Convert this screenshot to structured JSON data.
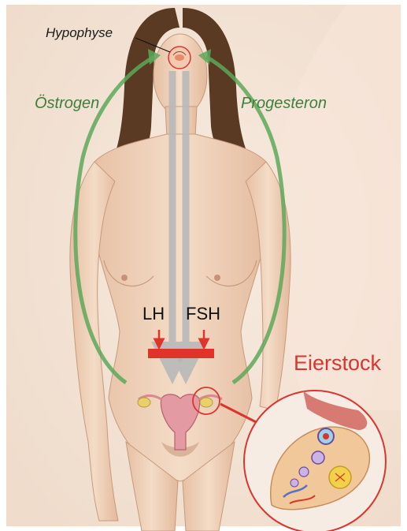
{
  "labels": {
    "hypophyse": "Hypophyse",
    "oestrogen": "Östrogen",
    "progesteron": "Progesteron",
    "lh": "LH",
    "fsh": "FSH",
    "eierstock": "Eierstock"
  },
  "colors": {
    "hormone_arrow_green": "#5da85a",
    "hormone_label_green": "#3f7f3c",
    "pituitary_arrow_gray": "#b9b9b9",
    "inhibition_red": "#e0342b",
    "eierstock_red": "#d9362f",
    "skin": "#f2d6c0",
    "hair": "#5a3a22"
  },
  "icons": {
    "pituitary": "hypophyse-icon",
    "uterus": "uterus-icon",
    "ovary_zoom": "ovary-magnified-icon"
  }
}
